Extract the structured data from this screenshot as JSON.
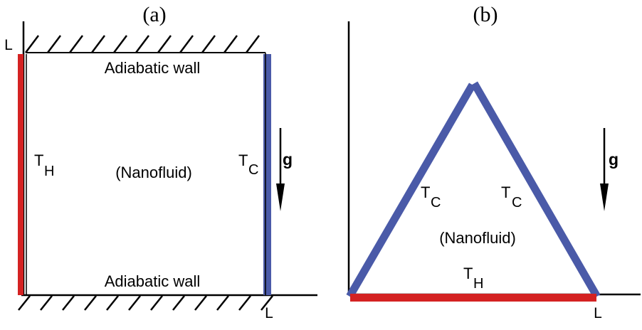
{
  "panel_a": {
    "caption": "(a)",
    "corner_top_label": "L",
    "corner_bottom_label": "L",
    "top_wall_label": "Adiabatic wall",
    "bottom_wall_label": "Adiabatic wall",
    "hot_wall_label": {
      "main": "T",
      "sub": "H"
    },
    "cold_wall_label": {
      "main": "T",
      "sub": "C"
    },
    "fluid_label": "(Nanofluid)",
    "gravity_label": "g"
  },
  "panel_b": {
    "caption": "(b)",
    "corner_label": "L",
    "left_side_label": {
      "main": "T",
      "sub": "C"
    },
    "right_side_label": {
      "main": "T",
      "sub": "C"
    },
    "base_label": {
      "main": "T",
      "sub": "H"
    },
    "fluid_label": "(Nanofluid)",
    "gravity_label": "g"
  },
  "colors": {
    "hot": "#d42222",
    "cold": "#4a5aa8",
    "line": "#000000"
  }
}
